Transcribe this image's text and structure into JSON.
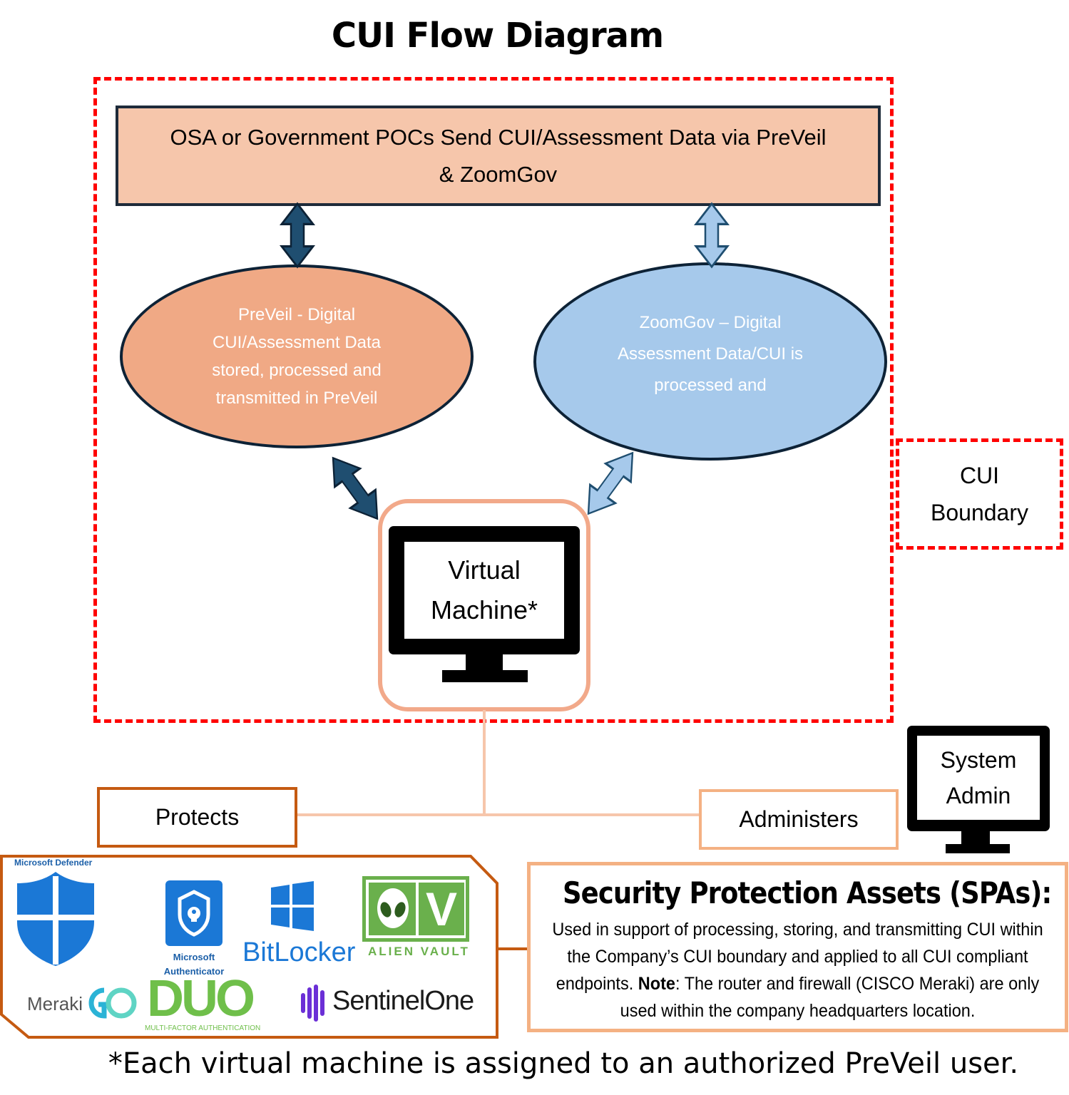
{
  "title": "CUI Flow Diagram",
  "top_box": "OSA or Government POCs Send CUI/Assessment Data via PreVeil & ZoomGov",
  "preveil_ellipse": "PreVeil - Digital CUI/Assessment Data stored, processed and transmitted in PreVeil",
  "zoomgov_ellipse": "ZoomGov – Digital Assessment Data/CUI is processed and",
  "virtual_machine": "Virtual Machine*",
  "cui_boundary": "CUI Boundary",
  "system_admin": "System Admin",
  "protects": "Protects",
  "administers": "Administers",
  "spa": {
    "title": "Security Protection Assets (SPAs):",
    "text_before_note": "Used in support of processing, storing, and transmitting CUI within the Company’s CUI boundary and applied to all CUI compliant endpoints. ",
    "note_label": "Note",
    "text_after_note": ": The router and firewall (CISCO Meraki) are only used within the company headquarters location."
  },
  "tools": {
    "defender": "Microsoft Defender",
    "authenticator": "Microsoft Authenticator",
    "bitlocker": "BitLocker",
    "alienvault": "ALIEN VAULT",
    "meraki": "Meraki",
    "duo": "DUO",
    "duo_sub": "MULTI-FACTOR AUTHENTICATION",
    "sentinelone": "SentinelOne"
  },
  "footnote": "*Each virtual machine is assigned to an authorized PreVeil user.",
  "colors": {
    "boundary": "#ff0000",
    "top_box_fill": "#f6c6ab",
    "preveil_fill": "#f0a985",
    "zoomgov_fill": "#a6c9eb",
    "dark_arrow": "#1f4e70",
    "light_arrow": "#a6c9eb",
    "protects_border": "#c55a11",
    "administers_border": "#f4b183"
  }
}
